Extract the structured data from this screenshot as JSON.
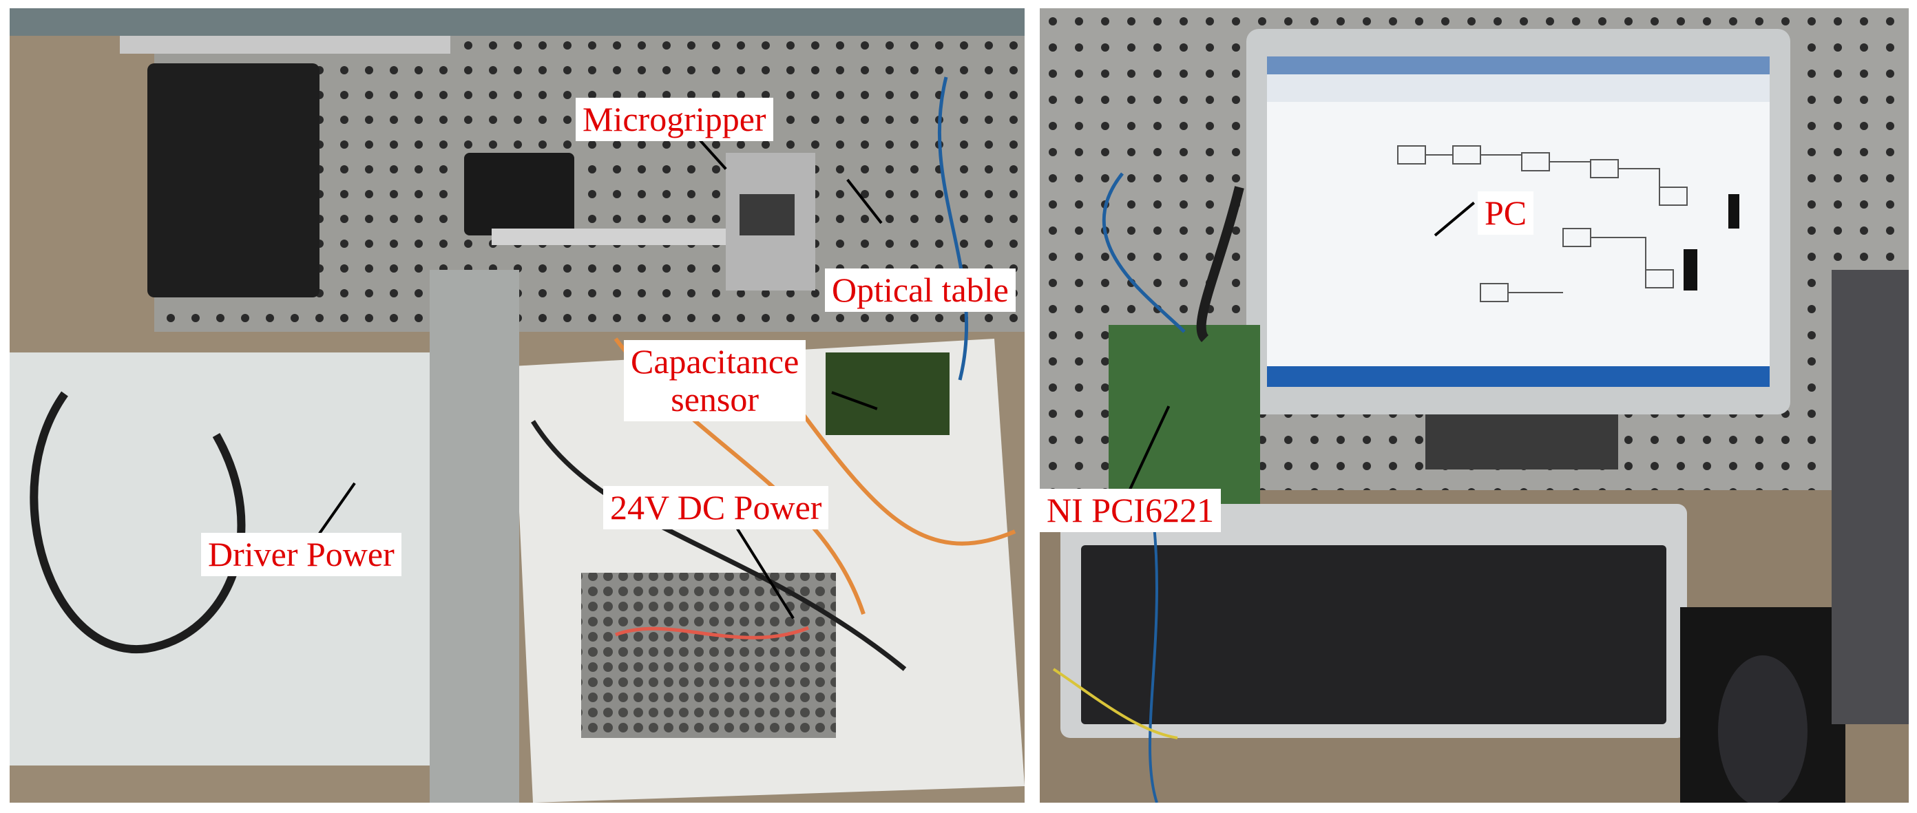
{
  "labels": {
    "microgripper": "Microgripper",
    "optical_table": "Optical table",
    "capacitance_line1": "Capacitance",
    "capacitance_line2": "sensor",
    "dc_power": "24V DC Power",
    "driver_power": "Driver Power",
    "pc": "PC",
    "ni_card": "NI PCI6221"
  },
  "colors": {
    "label_text": "#e00000",
    "label_bg": "#ffffff",
    "leader_line": "#000000"
  }
}
